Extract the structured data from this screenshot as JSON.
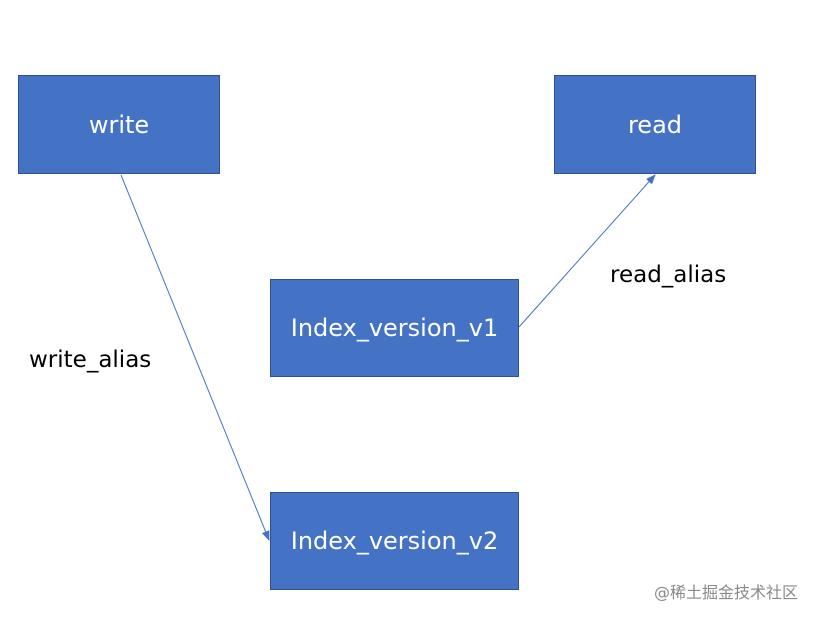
{
  "nodes": {
    "write": "write",
    "read": "read",
    "index_v1": "Index_version_v1",
    "index_v2": "Index_version_v2"
  },
  "edges": {
    "write_alias": "write_alias",
    "read_alias": "read_alias"
  },
  "watermark": "@稀土掘金技术社区",
  "colors": {
    "node_fill": "#4472c4",
    "node_border": "#2f528f",
    "node_text": "#ffffff",
    "edge_line": "#4472c4",
    "label_text": "#000000",
    "watermark_text": "#8a8a8a"
  }
}
